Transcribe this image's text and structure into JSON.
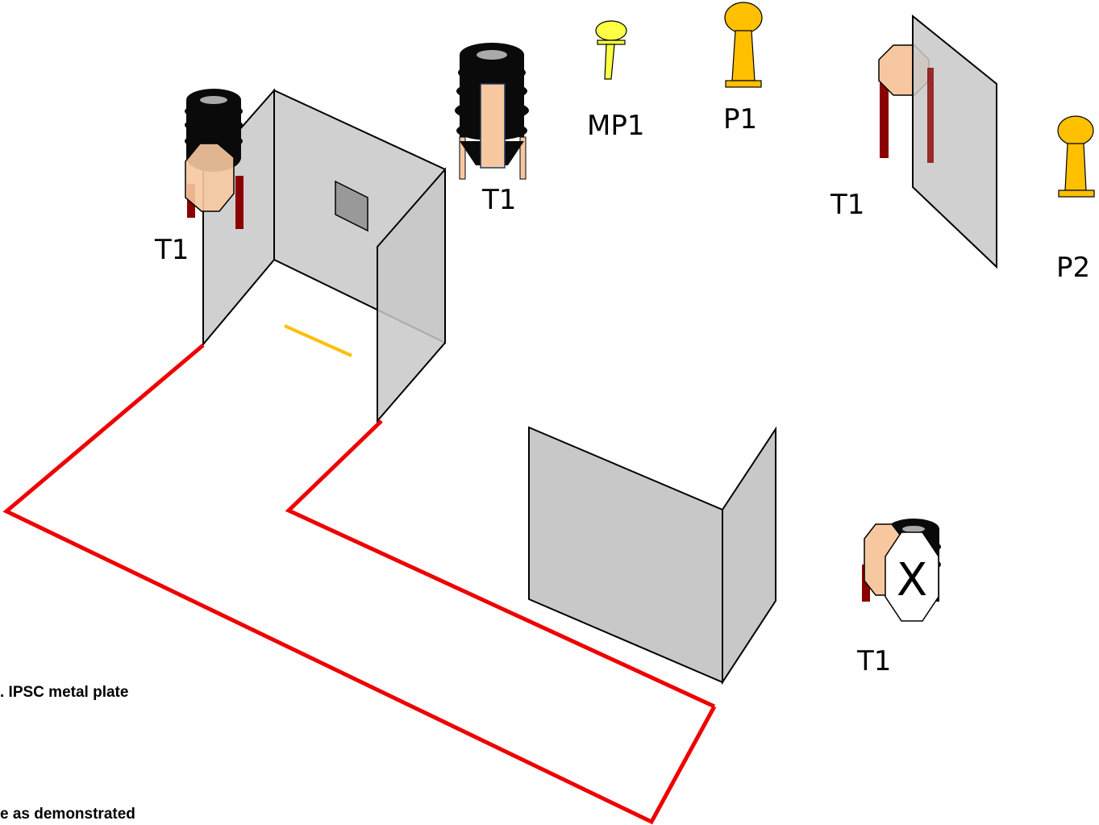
{
  "labels": {
    "t1_a": "T1",
    "t1_b": "T1",
    "t1_c": "T1",
    "t1_d": "T1",
    "mp1": "MP1",
    "p1": "P1",
    "p2": "P2",
    "no_shoot_mark": "X"
  },
  "notes": {
    "line1": ". IPSC metal plate",
    "line2": "e as demonstrated"
  },
  "colors": {
    "wall_fill": "#c8c8c8",
    "wall_stroke": "#000000",
    "window_fill": "#999999",
    "fault_line": "#ee0000",
    "start_mark": "#ffc000",
    "target_tan": "#f7c8a0",
    "target_stand": "#8b0000",
    "barrel_black": "#0a0a0a",
    "popper_gold": "#ffc000",
    "mini_popper_yellow": "#ffff44"
  }
}
